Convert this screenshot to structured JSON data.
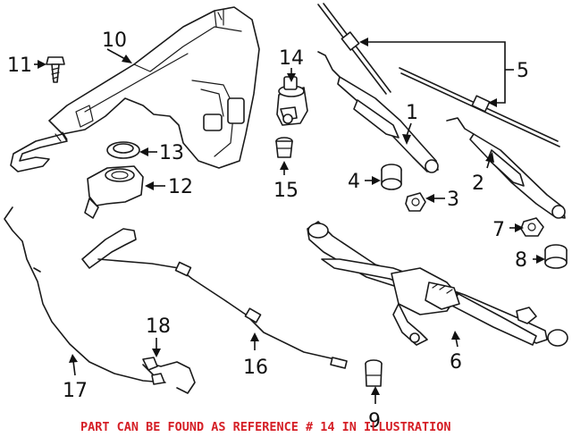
{
  "callouts": [
    {
      "key": "c1",
      "label": "1"
    },
    {
      "key": "c2",
      "label": "2"
    },
    {
      "key": "c3",
      "label": "3"
    },
    {
      "key": "c4",
      "label": "4"
    },
    {
      "key": "c5",
      "label": "5"
    },
    {
      "key": "c6",
      "label": "6"
    },
    {
      "key": "c7",
      "label": "7"
    },
    {
      "key": "c8",
      "label": "8"
    },
    {
      "key": "c9",
      "label": "9"
    },
    {
      "key": "c10",
      "label": "10"
    },
    {
      "key": "c11",
      "label": "11"
    },
    {
      "key": "c12",
      "label": "12"
    },
    {
      "key": "c13",
      "label": "13"
    },
    {
      "key": "c14",
      "label": "14"
    },
    {
      "key": "c15",
      "label": "15"
    },
    {
      "key": "c16",
      "label": "16"
    },
    {
      "key": "c17",
      "label": "17"
    },
    {
      "key": "c18",
      "label": "18"
    }
  ],
  "caption": "PART CAN BE FOUND AS REFERENCE # 14 IN ILLUSTRATION",
  "colors": {
    "caption": "#d51f26",
    "linework": "#1a1a1a",
    "background": "#ffffff"
  }
}
